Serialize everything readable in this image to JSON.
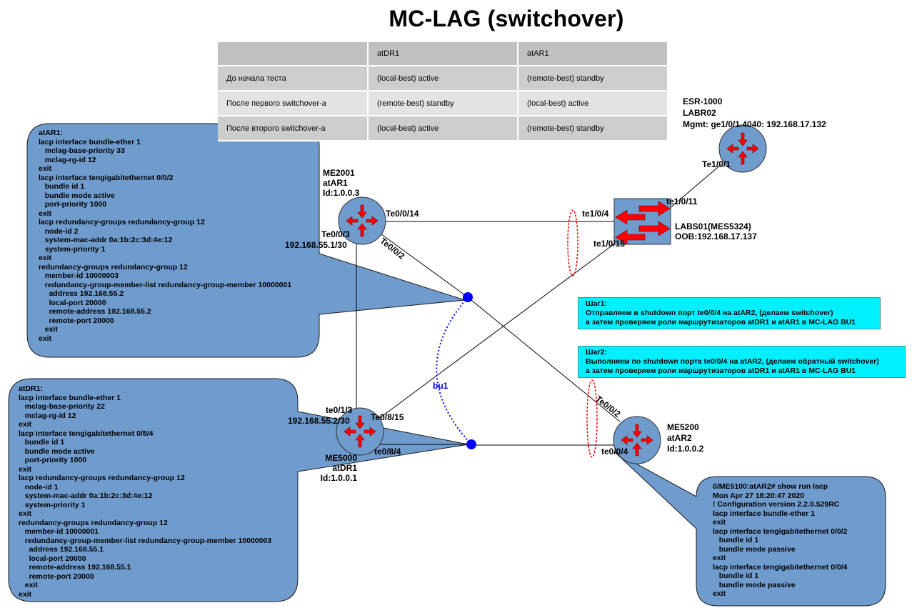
{
  "title": "MC-LAG (switchover)",
  "table": {
    "headers": [
      "",
      "atDR1",
      "atAR1"
    ],
    "rows": [
      [
        "До начала теста",
        "(local-best) active",
        "(remote-best) standby"
      ],
      [
        "После первого switchover-а",
        "(remote-best) standby",
        "(local-best) active"
      ],
      [
        "После второго switchover-а",
        "(local-best) active",
        "(remote-best) standby"
      ]
    ]
  },
  "nodes": {
    "esr": [
      "ESR-1000",
      "LABR02",
      "Mgmt: ge1/0/1.4040: 192.168.17.132"
    ],
    "me2001": [
      "ME2001",
      "atAR1",
      "Id:1.0.0.3"
    ],
    "me5000": [
      "ME5000",
      "atDR1",
      "Id:1.0.0.1"
    ],
    "me5200": [
      "ME5200",
      "atAR2",
      "Id:1.0.0.2"
    ],
    "labs01": [
      "LABS01(MES5324)",
      "OOB:192.168.17.137"
    ]
  },
  "ports": {
    "te1_0_1": "Te1/0/1",
    "te1_0_11": "te1/0/11",
    "te1_0_4": "te1/0/4",
    "te1_0_15": "te1/0/15",
    "te0_0_14": "Te0/0/14",
    "te0_0_3": "Te0/0/3",
    "ip_ar1": "192.168.55.1/30",
    "te0_0_2_ar1": "Te0/0/2",
    "te0_1_3": "te0/1/3",
    "ip_dr1": "192.168.55.2/30",
    "te0_8_15": "Te0/8/15",
    "te0_8_4": "te0/8/4",
    "te0_0_2_ar2": "Te0/0/2",
    "te0_0_4": "te0/0/4",
    "bu1": "bu1"
  },
  "configs": {
    "atar1": "atAR1:\nlacp interface bundle-ether 1\n   mclag-base-priority 33\n   mclag-rg-id 12\nexit\nlacp interface tengigabitethernet 0/0/2\n   bundle id 1\n   bundle mode active\n   port-priority 1000\nexit\nlacp redundancy-groups redundancy-group 12\n   node-id 2\n   system-mac-addr 0a:1b:2c:3d:4e:12\n   system-priority 1\nexit\nredundancy-groups redundancy-group 12\n   member-id 10000003\n   redundancy-group-member-list redundancy-group-member 10000001\n     address 192.168.55.2\n     local-port 20000\n     remote-address 192.168.55.2\n     remote-port 20000\n   exit\nexit",
    "atdr1": "atDR1:\nlacp interface bundle-ether 1\n   mclag-base-priority 22\n   mclag-rg-id 12\nexit\nlacp interface tengigabitethernet 0/8/4\n   bundle id 1\n   bundle mode active\n   port-priority 1000\nexit\nlacp redundancy-groups redundancy-group 12\n   node-id 1\n   system-mac-addr 0a:1b:2c:3d:4e:12\n   system-priority 1\nexit\nredundancy-groups redundancy-group 12\n   member-id 10000001\n   redundancy-group-member-list redundancy-group-member 10000003\n     address 192.168.55.1\n     local-port 20000\n     remote-address 192.168.55.1\n     remote-port 20000\n   exit\nexit",
    "atar2": "0/ME5100:atAR2# show run lacp\nMon Apr 27 18:20:47 2020\n! Configuration version 2.2.0.529RC\nlacp interface bundle-ether 1\nexit\nlacp interface tengigabitethernet 0/0/2\n   bundle id 1\n   bundle mode passive\nexit\nlacp interface tengigabitethernet 0/0/4\n   bundle id 1\n   bundle mode passive\nexit"
  },
  "steps": {
    "step1": [
      "Шаг1:",
      "Отправляем в shutdown порт te0/0/4 на atAR2, (делаем switchover)",
      "а затем проверяем роли маршрутизаторов atDR1 и atAR1 в MC-LAG BU1"
    ],
    "step2": [
      "Шаг2:",
      "Выполняем по shutdown порта te0/0/4 на atAR2, (делаем обратный switchover)",
      "а затем проверяем роли маршрутизаторов atDR1 и atAR1 в MC-LAG BU1"
    ]
  },
  "colors": {
    "bubble": "#6f9bcd",
    "router": "#6f9bcd",
    "arrow": "#ff0000",
    "note": "#00f0ff",
    "bundle": "#0000ff"
  }
}
